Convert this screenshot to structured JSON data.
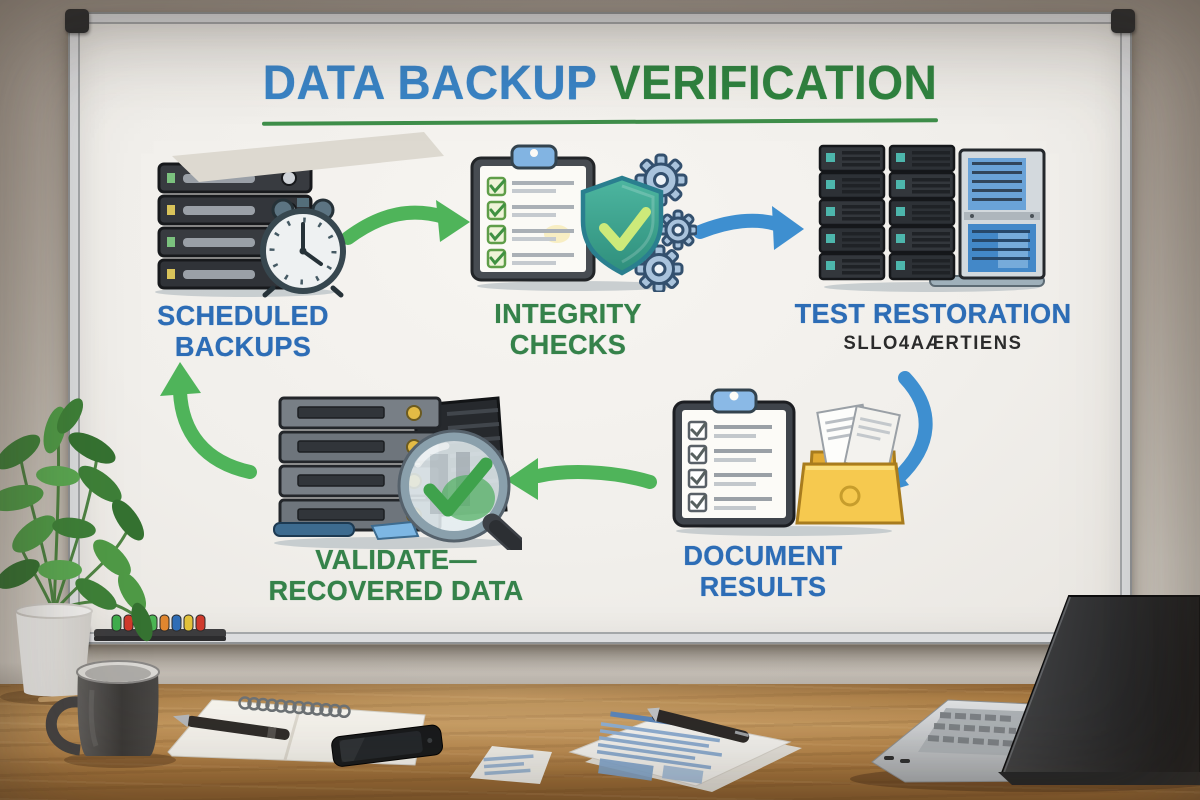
{
  "whiteboard": {
    "title": {
      "part1": "DATA BACKUP",
      "part2": "VERIFICATION",
      "part1_color": "#3a86c9",
      "part2_color": "#2f8540",
      "underline_color": "#3f8f4a"
    },
    "steps": [
      {
        "name": "scheduled-backups",
        "line1": "SCHEDULED",
        "line2": "BACKUPS",
        "color": "#2d6db6",
        "icon": "server-stack-clock-icon"
      },
      {
        "name": "integrity-checks",
        "line1": "INTEGRITY",
        "line2": "CHECKS",
        "color": "#35824a",
        "icon": "clipboard-shield-gears-icon"
      },
      {
        "name": "test-restoration",
        "line1": "TEST RESTORATION",
        "sub": "SLLO4AÆRTIENS",
        "color": "#2d6db6",
        "sub_color": "#2b2b2b",
        "icon": "server-racks-icon"
      },
      {
        "name": "document-results",
        "line1": "DOCUMENT",
        "line2": "RESULTS",
        "color": "#2d6db6",
        "icon": "clipboard-folder-icon"
      },
      {
        "name": "validate-recovered-data",
        "line1": "VALIDATE—",
        "line2": "RECOVERED DATA",
        "color": "#35824a",
        "icon": "server-magnifier-icon"
      }
    ],
    "arrows": [
      {
        "name": "arrow-backups-to-integrity",
        "color": "#4fb45a",
        "direction": "right"
      },
      {
        "name": "arrow-integrity-to-restoration",
        "color": "#3e8fd0",
        "direction": "right"
      },
      {
        "name": "arrow-restoration-to-document",
        "color": "#3e8fd0",
        "direction": "down-left"
      },
      {
        "name": "arrow-document-to-validate",
        "color": "#4fb45a",
        "direction": "left"
      },
      {
        "name": "arrow-validate-to-backups",
        "color": "#4fb45a",
        "direction": "up"
      }
    ]
  },
  "desk": {
    "items": [
      "potted-plant",
      "marker-tray",
      "coffee-mug",
      "pencil",
      "spiral-notebook",
      "pen",
      "smartphone",
      "paper-corner",
      "documents",
      "laptop"
    ],
    "marker_colors": [
      "#3fae4c",
      "#cf3a2c",
      "#2f6db6",
      "#4bb553",
      "#e0862f",
      "#2f6db6",
      "#e2c23a",
      "#cf3a2c"
    ]
  }
}
